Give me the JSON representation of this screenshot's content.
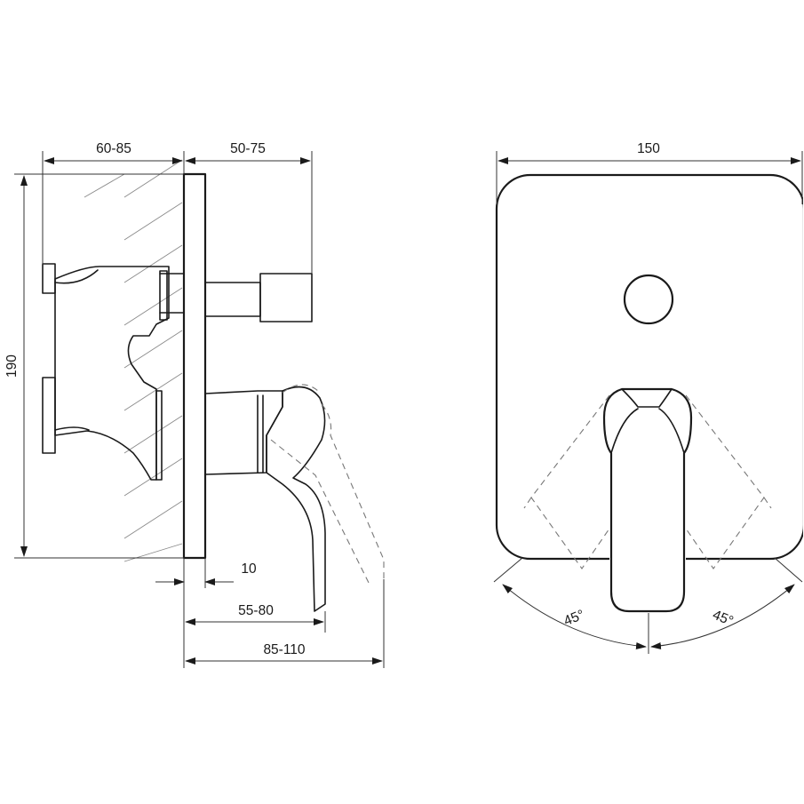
{
  "dimensions": {
    "wall_depth": "60-85",
    "projection": "50-75",
    "height": "190",
    "plate_thickness": "10",
    "lever_reach": "55-80",
    "total_depth": "85-110",
    "width": "150",
    "angle_left": "45°",
    "angle_right": "45°"
  }
}
